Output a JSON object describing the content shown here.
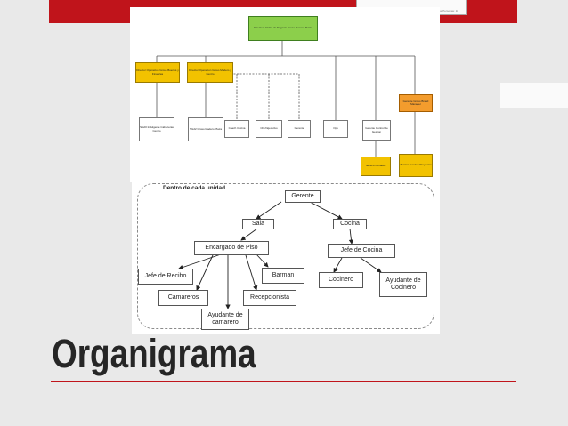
{
  "slide": {
    "title": "Organigrama",
    "top_tab_text": "Total Personas: 18",
    "colors": {
      "accent": "#c0141b",
      "title": "#262626",
      "green": "#8ccf4b",
      "yellow": "#f2c200",
      "orange": "#f39c2d"
    }
  },
  "chart_top": {
    "root": "Director Unidad de Negocio Groso Buenos Punta",
    "directors": [
      "Director Operacion Groso Buenos y Finanzas",
      "Director Operacion Groso Madero y Centro",
      "Gerente Groso Brand Manager"
    ],
    "units": [
      "SG20 Indulgente Cabeceras Centro",
      "SG22 Groso Madero Plaza",
      "Coach Cocina",
      "Chef Ejecutivo",
      "Gerente",
      "Ops",
      "Gerente Control de Gestion"
    ],
    "leaves": [
      "Tecnico Contador",
      "Tecnico Gestion Proyectos"
    ]
  },
  "chart_bottom": {
    "label": "Dentro de cada unidad",
    "nodes": {
      "gerente": "Gerente",
      "sala": "Sala",
      "cocina": "Cocina",
      "encargado": "Encargado de Piso",
      "jefe_cocina": "Jefe de Cocina",
      "jefe_recibo": "Jefe de Recibo",
      "barman": "Barman",
      "camareros": "Camareros",
      "recepcionista": "Recepcionista",
      "ayudante_camarero": "Ayudante de camarero",
      "cocinero": "Cocinero",
      "ayudante_cocinero": "Ayudante de Cocinero"
    }
  }
}
